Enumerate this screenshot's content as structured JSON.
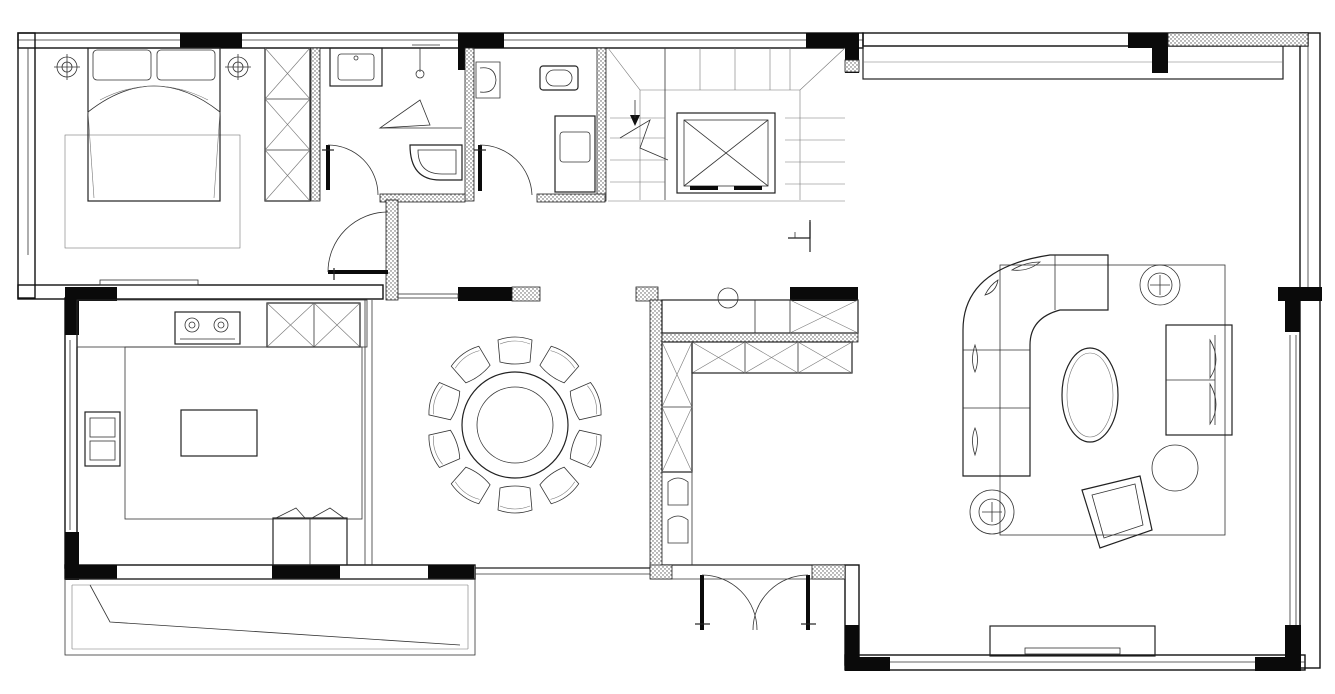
{
  "drawing": {
    "type": "architectural floor plan",
    "text_labels": [],
    "colors": {
      "line": "#222222",
      "pier": "#0a0a0a",
      "background": "#ffffff"
    }
  },
  "rooms": [
    {
      "id": "bedroom",
      "furniture": [
        "double-bed",
        "nightstand-lamps",
        "rug",
        "wardrobe"
      ]
    },
    {
      "id": "bathroom-1",
      "furniture": [
        "basin",
        "shower",
        "bathtub",
        "door"
      ]
    },
    {
      "id": "bathroom-2",
      "furniture": [
        "toilet",
        "basin",
        "door"
      ]
    },
    {
      "id": "stair-hall",
      "furniture": [
        "staircase",
        "elevator"
      ]
    },
    {
      "id": "kitchen",
      "furniture": [
        "gas-hob",
        "sink",
        "island",
        "cabinets",
        "fridge"
      ]
    },
    {
      "id": "dining",
      "furniture": [
        "round-table",
        "chairs"
      ],
      "chair_count": 10
    },
    {
      "id": "pantry",
      "furniture": [
        "cabinets",
        "wash-basin"
      ]
    },
    {
      "id": "living-room",
      "furniture": [
        "sectional-sofa",
        "coffee-table",
        "armchairs",
        "loveseat",
        "tv-cabinet"
      ]
    },
    {
      "id": "balcony",
      "furniture": []
    },
    {
      "id": "entrance",
      "furniture": [
        "double-door"
      ]
    }
  ]
}
